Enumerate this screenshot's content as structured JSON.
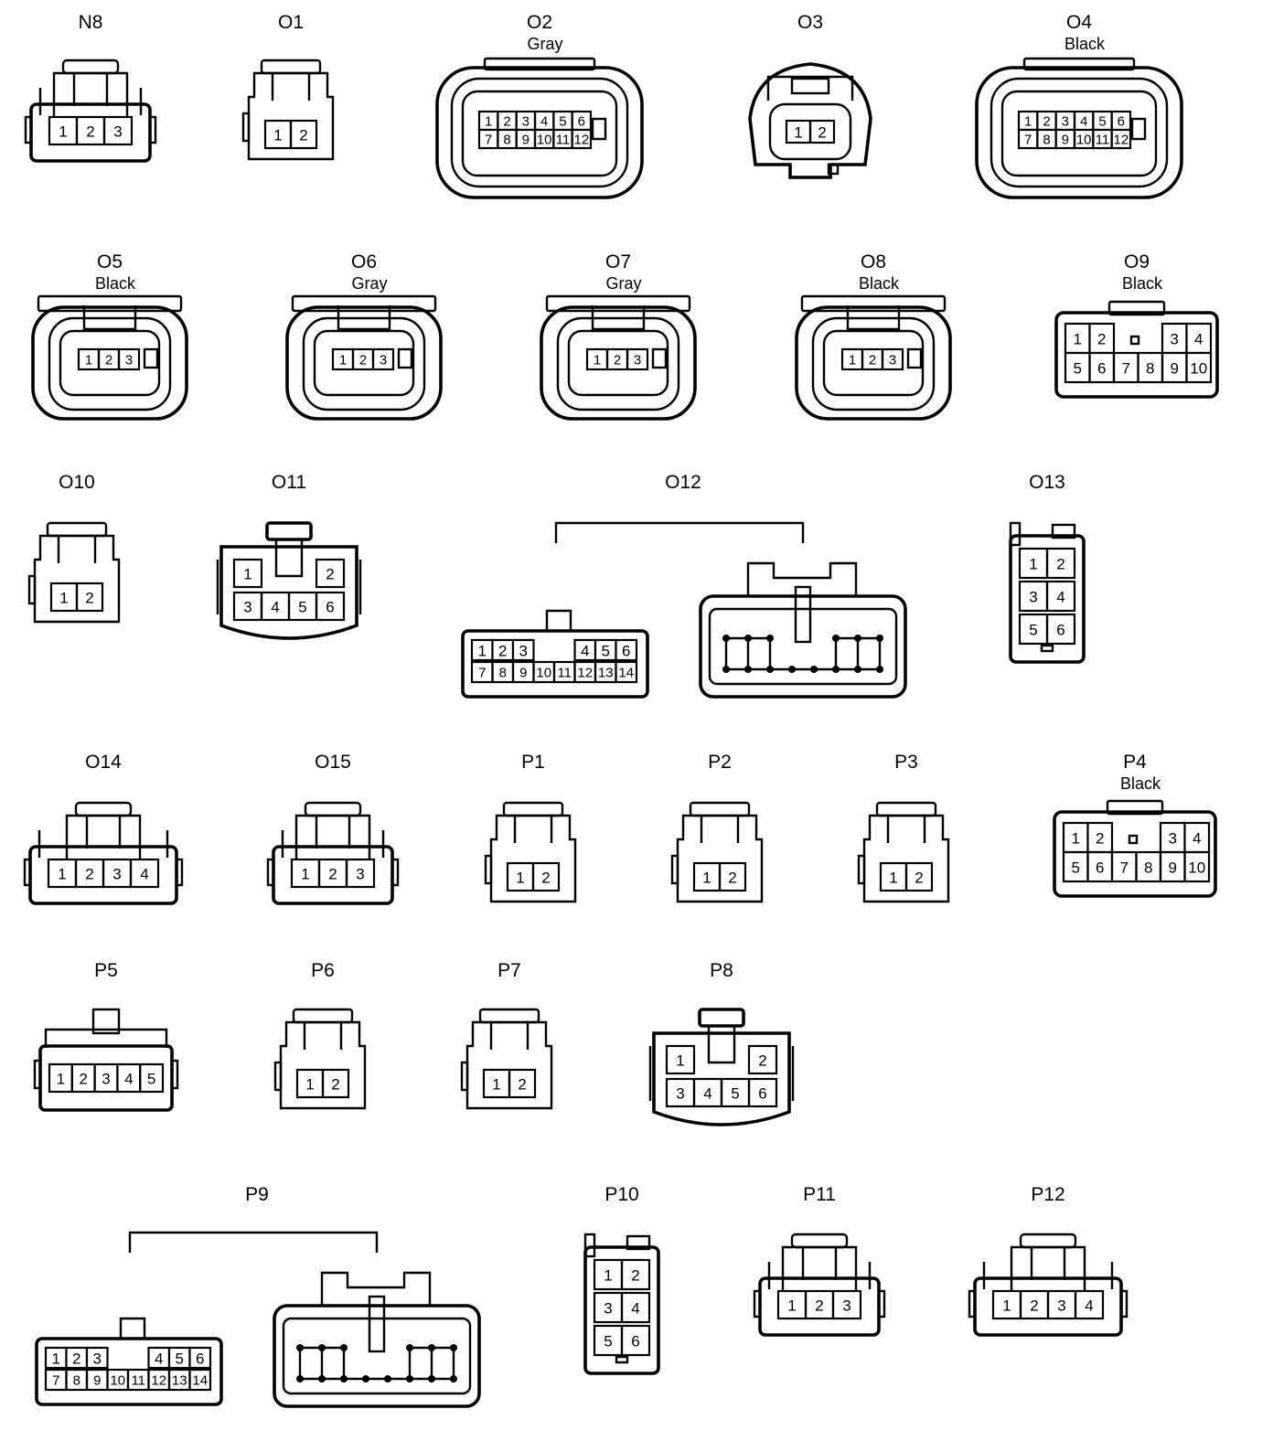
{
  "connectors": [
    {
      "id": "N8",
      "label": "N8",
      "color": "",
      "pins": [
        [
          "1",
          "2",
          "3"
        ]
      ]
    },
    {
      "id": "O1",
      "label": "O1",
      "color": "",
      "pins": [
        [
          "1",
          "2"
        ]
      ]
    },
    {
      "id": "O2",
      "label": "O2",
      "color": "Gray",
      "pins": [
        [
          "1",
          "2",
          "3",
          "4",
          "5",
          "6"
        ],
        [
          "7",
          "8",
          "9",
          "10",
          "11",
          "12"
        ]
      ]
    },
    {
      "id": "O3",
      "label": "O3",
      "color": "",
      "pins": [
        [
          "1",
          "2"
        ]
      ]
    },
    {
      "id": "O4",
      "label": "O4",
      "color": "Black",
      "pins": [
        [
          "1",
          "2",
          "3",
          "4",
          "5",
          "6"
        ],
        [
          "7",
          "8",
          "9",
          "10",
          "11",
          "12"
        ]
      ]
    },
    {
      "id": "O5",
      "label": "O5",
      "color": "Black",
      "pins": [
        [
          "1",
          "2",
          "3"
        ]
      ]
    },
    {
      "id": "O6",
      "label": "O6",
      "color": "Gray",
      "pins": [
        [
          "1",
          "2",
          "3"
        ]
      ]
    },
    {
      "id": "O7",
      "label": "O7",
      "color": "Gray",
      "pins": [
        [
          "1",
          "2",
          "3"
        ]
      ]
    },
    {
      "id": "O8",
      "label": "O8",
      "color": "Black",
      "pins": [
        [
          "1",
          "2",
          "3"
        ]
      ]
    },
    {
      "id": "O9",
      "label": "O9",
      "color": "Black",
      "pins": [
        [
          "1",
          "2",
          "3",
          "4"
        ],
        [
          "5",
          "6",
          "7",
          "8",
          "9",
          "10"
        ]
      ]
    },
    {
      "id": "O10",
      "label": "O10",
      "color": "",
      "pins": [
        [
          "1",
          "2"
        ]
      ]
    },
    {
      "id": "O11",
      "label": "O11",
      "color": "",
      "pins": [
        [
          "1",
          "2"
        ],
        [
          "3",
          "4",
          "5",
          "6"
        ]
      ]
    },
    {
      "id": "O12",
      "label": "O12",
      "color": "",
      "pins": [
        [
          "1",
          "2",
          "3",
          "4",
          "5",
          "6"
        ],
        [
          "7",
          "8",
          "9",
          "10",
          "11",
          "12",
          "13",
          "14"
        ]
      ]
    },
    {
      "id": "O13",
      "label": "O13",
      "color": "",
      "pins": [
        [
          "1",
          "2"
        ],
        [
          "3",
          "4"
        ],
        [
          "5",
          "6"
        ]
      ]
    },
    {
      "id": "O14",
      "label": "O14",
      "color": "",
      "pins": [
        [
          "1",
          "2",
          "3",
          "4"
        ]
      ]
    },
    {
      "id": "O15",
      "label": "O15",
      "color": "",
      "pins": [
        [
          "1",
          "2",
          "3"
        ]
      ]
    },
    {
      "id": "P1",
      "label": "P1",
      "color": "",
      "pins": [
        [
          "1",
          "2"
        ]
      ]
    },
    {
      "id": "P2",
      "label": "P2",
      "color": "",
      "pins": [
        [
          "1",
          "2"
        ]
      ]
    },
    {
      "id": "P3",
      "label": "P3",
      "color": "",
      "pins": [
        [
          "1",
          "2"
        ]
      ]
    },
    {
      "id": "P4",
      "label": "P4",
      "color": "Black",
      "pins": [
        [
          "1",
          "2",
          "3",
          "4"
        ],
        [
          "5",
          "6",
          "7",
          "8",
          "9",
          "10"
        ]
      ]
    },
    {
      "id": "P5",
      "label": "P5",
      "color": "",
      "pins": [
        [
          "1",
          "2",
          "3",
          "4",
          "5"
        ]
      ]
    },
    {
      "id": "P6",
      "label": "P6",
      "color": "",
      "pins": [
        [
          "1",
          "2"
        ]
      ]
    },
    {
      "id": "P7",
      "label": "P7",
      "color": "",
      "pins": [
        [
          "1",
          "2"
        ]
      ]
    },
    {
      "id": "P8",
      "label": "P8",
      "color": "",
      "pins": [
        [
          "1",
          "2"
        ],
        [
          "3",
          "4",
          "5",
          "6"
        ]
      ]
    },
    {
      "id": "P9",
      "label": "P9",
      "color": "",
      "pins": [
        [
          "1",
          "2",
          "3",
          "4",
          "5",
          "6"
        ],
        [
          "7",
          "8",
          "9",
          "10",
          "11",
          "12",
          "13",
          "14"
        ]
      ]
    },
    {
      "id": "P10",
      "label": "P10",
      "color": "",
      "pins": [
        [
          "1",
          "2"
        ],
        [
          "3",
          "4"
        ],
        [
          "5",
          "6"
        ]
      ]
    },
    {
      "id": "P11",
      "label": "P11",
      "color": "",
      "pins": [
        [
          "1",
          "2",
          "3"
        ]
      ]
    },
    {
      "id": "P12",
      "label": "P12",
      "color": "",
      "pins": [
        [
          "1",
          "2",
          "3",
          "4"
        ]
      ]
    }
  ]
}
